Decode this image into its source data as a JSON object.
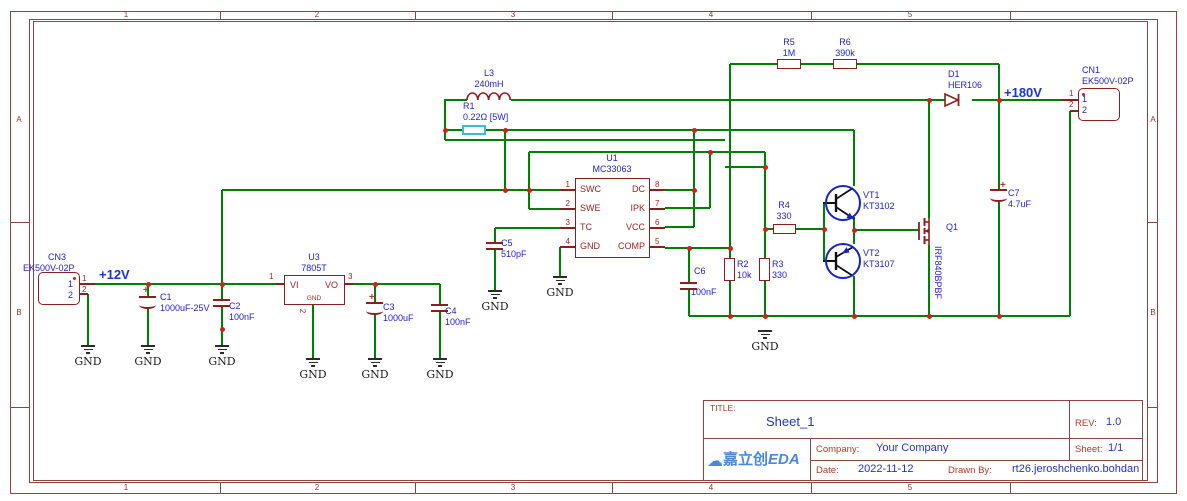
{
  "frame": {
    "cols": [
      "1",
      "2",
      "3",
      "4",
      "5"
    ],
    "rows": [
      "A",
      "B"
    ]
  },
  "nets": {
    "v12": "+12V",
    "v180": "+180V",
    "gnd": "GND"
  },
  "symbols": {
    "plus": "+"
  },
  "components": {
    "L3": {
      "ref": "L3",
      "value": "240mH"
    },
    "R1": {
      "ref": "R1",
      "value": "0.22Ω [5W]"
    },
    "R5": {
      "ref": "R5",
      "value": "1M"
    },
    "R6": {
      "ref": "R6",
      "value": "390k"
    },
    "D1": {
      "ref": "D1",
      "value": "HER106"
    },
    "CN1": {
      "ref": "CN1",
      "value": "EK500V-02P",
      "pins": [
        "1",
        "2"
      ]
    },
    "C7": {
      "ref": "C7",
      "value": "4.7uF"
    },
    "U1": {
      "ref": "U1",
      "value": "MC33063",
      "left_pins": [
        {
          "num": "1",
          "name": "SWC"
        },
        {
          "num": "2",
          "name": "SWE"
        },
        {
          "num": "3",
          "name": "TC"
        },
        {
          "num": "4",
          "name": "GND"
        }
      ],
      "right_pins": [
        {
          "num": "8",
          "name": "DC"
        },
        {
          "num": "7",
          "name": "IPK"
        },
        {
          "num": "6",
          "name": "VCC"
        },
        {
          "num": "5",
          "name": "COMP"
        }
      ]
    },
    "VT1": {
      "ref": "VT1",
      "value": "KT3102"
    },
    "VT2": {
      "ref": "VT2",
      "value": "KT3107"
    },
    "Q1": {
      "ref": "Q1",
      "value": "IRF840BPBF"
    },
    "R4": {
      "ref": "R4",
      "value": "330"
    },
    "R2": {
      "ref": "R2",
      "value": "10k"
    },
    "R3": {
      "ref": "R3",
      "value": "330"
    },
    "C6": {
      "ref": "C6",
      "value": "100nF"
    },
    "C5": {
      "ref": "C5",
      "value": "510pF"
    },
    "CN3": {
      "ref": "CN3",
      "value": "EK500V-02P",
      "pins": [
        "1",
        "2"
      ]
    },
    "C1": {
      "ref": "C1",
      "value": "1000uF-25V"
    },
    "C2": {
      "ref": "C2",
      "value": "100nF"
    },
    "U3": {
      "ref": "U3",
      "value": "7805T",
      "pins": {
        "vi": "VI",
        "vo": "VO",
        "gnd": "GND",
        "n1": "1",
        "n2": "2",
        "n3": "3"
      }
    },
    "C3": {
      "ref": "C3",
      "value": "1000uF"
    },
    "C4": {
      "ref": "C4",
      "value": "100nF"
    }
  },
  "title_block": {
    "title_label": "TITLE:",
    "title": "Sheet_1",
    "rev_label": "REV:",
    "rev": "1.0",
    "company_label": "Company:",
    "company": "Your Company",
    "sheet_label": "Sheet:",
    "sheet": "1/1",
    "date_label": "Date:",
    "date": "2022-11-12",
    "drawn_label": "Drawn By:",
    "drawn": "rt26.jeroshchenko.bohdan",
    "logo_cloud": "☁",
    "logo_text": "嘉立创",
    "logo_suffix": "EDA"
  },
  "colors": {
    "wire": "#008000",
    "component": "#8b1f1f",
    "label": "#2222cc",
    "junction": "#d01f1f",
    "net_label": "#1a35d6",
    "frame": "#8f4343",
    "r1_body": "#36bedd",
    "transistor": "#1723c8",
    "logo": "#4a87d8"
  }
}
